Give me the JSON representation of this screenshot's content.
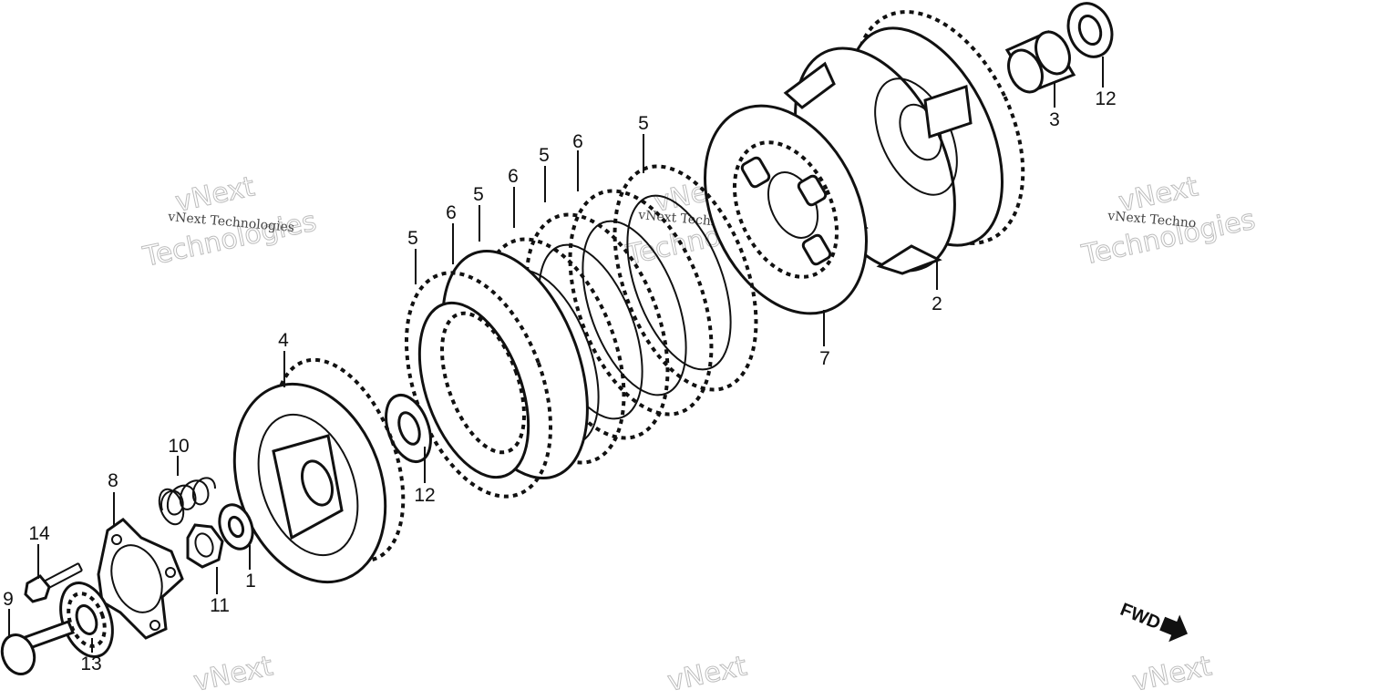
{
  "callouts": {
    "c1": "1",
    "c2": "2",
    "c3": "3",
    "c4": "4",
    "c5a": "5",
    "c5b": "5",
    "c5c": "5",
    "c5d": "5",
    "c6a": "6",
    "c6b": "6",
    "c6c": "6",
    "c7": "7",
    "c8": "8",
    "c9": "9",
    "c10": "10",
    "c11": "11",
    "c12a": "12",
    "c12b": "12",
    "c13": "13",
    "c14": "14"
  },
  "direction_marker": {
    "label": "FWD"
  },
  "watermarks": {
    "brand_small": "vNext Technologies",
    "brand_small_cut": "vNext Techno",
    "brand_line1": "vNext",
    "brand_line2": "Technologies"
  },
  "icons": [
    "fwd-arrow-icon"
  ]
}
